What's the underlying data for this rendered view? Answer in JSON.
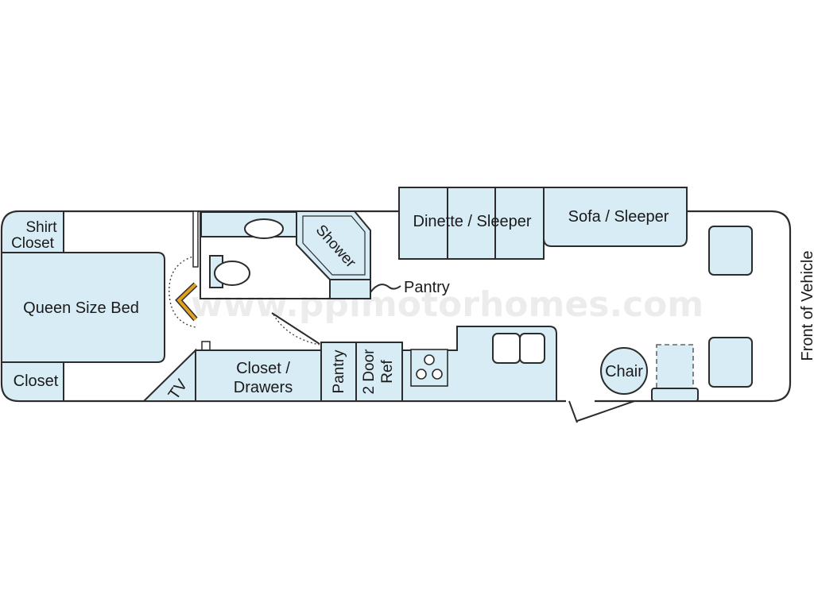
{
  "colors": {
    "fixture_fill": "#d8ecf6",
    "outline": "#2c2c2c",
    "accent_door": "#e0a020"
  },
  "watermark": "www.pplmotorhomes.com",
  "labels": {
    "shirt_closet_1": "Shirt",
    "shirt_closet_2": "Closet",
    "queen_bed": "Queen Size Bed",
    "closet": "Closet",
    "tv": "TV",
    "closet_drawers_1": "Closet /",
    "closet_drawers_2": "Drawers",
    "pantry_cabinet": "Pantry",
    "refrigerator_1": "2 Door",
    "refrigerator_2": "Ref",
    "shower": "Shower",
    "pantry_callout": "Pantry",
    "dinette": "Dinette / Sleeper",
    "sofa": "Sofa / Sleeper",
    "chair": "Chair",
    "front_of_vehicle": "Front of Vehicle"
  }
}
